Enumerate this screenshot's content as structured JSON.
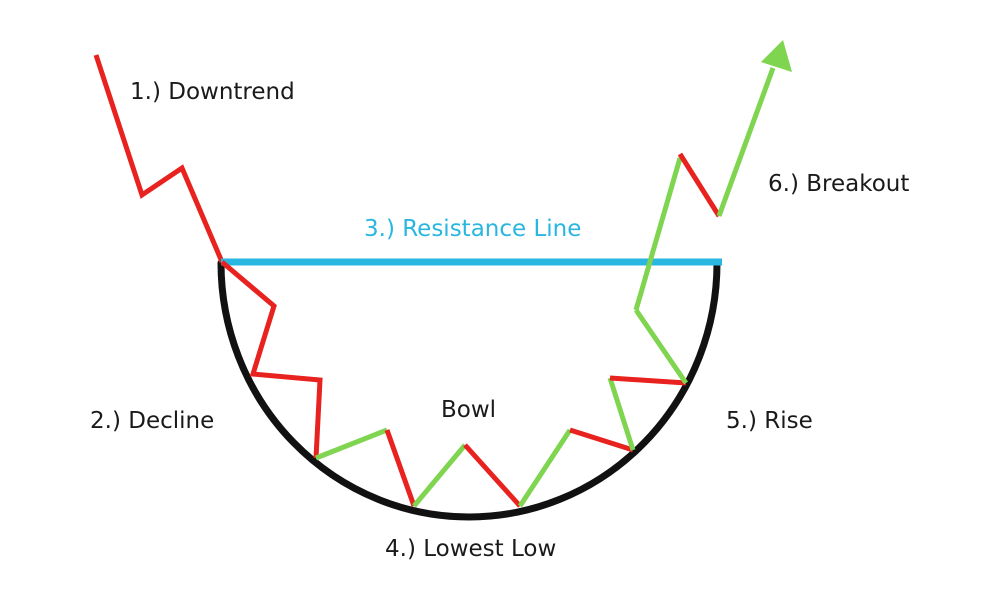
{
  "labels": {
    "downtrend": "1.) Downtrend",
    "decline": "2.) Decline",
    "resistance": "3.) Resistance Line",
    "lowest_low": "4.) Lowest Low",
    "rise": "5.) Rise",
    "breakout": "6.) Breakout",
    "bowl": "Bowl"
  },
  "colors": {
    "down": "#e8231f",
    "up": "#7fd450",
    "resistance": "#29b6e0",
    "bowl": "#111111",
    "text": "#1a1a1a"
  }
}
